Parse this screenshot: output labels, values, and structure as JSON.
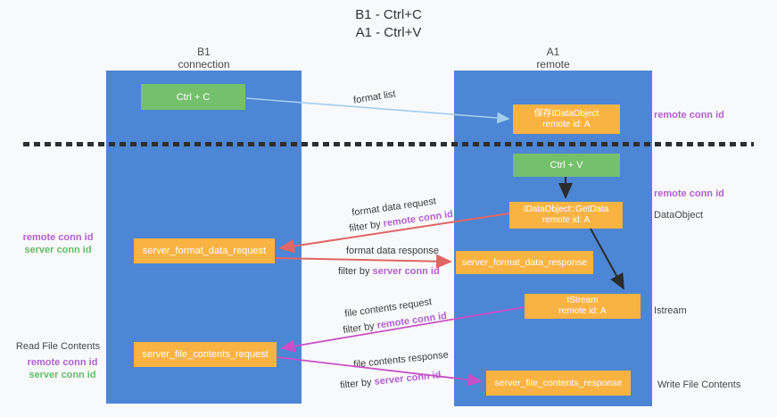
{
  "palette": {
    "bg": "#f8f9fa",
    "column": "#4d86d4",
    "green_box": "#74c06c",
    "orange_box": "#f9b342",
    "arrow_red": "#e06666",
    "arrow_magenta": "#c84fc8",
    "arrow_blue": "#a5cdee",
    "arrow_black": "#2b2b2b",
    "purple_text": "#b35fd1",
    "green_text": "#63bd66"
  },
  "title": {
    "line1": "B1 - Ctrl+C",
    "line2": "A1 - Ctrl+V"
  },
  "left_column": {
    "header_line1": "B1",
    "header_line2": "connection"
  },
  "right_column": {
    "header_line1": "A1",
    "header_line2": "remote"
  },
  "boxes": {
    "ctrl_c": "Ctrl + C",
    "ctrl_v": "Ctrl + V",
    "save_dataobject_line1": "保存IDataObject",
    "save_dataobject_line2": "remote id: A",
    "getdata_line1": "IDataObject::GetData",
    "getdata_line2": "remote id: A",
    "istream_line1": "IStream",
    "istream_line2": "remote id: A",
    "format_request": "server_format_data_request",
    "format_response": "server_format_data_response",
    "file_request": "server_file_contents_request",
    "file_response": "server_file_contents_response"
  },
  "flow_labels": {
    "format_list": "format list",
    "format_data_request": "format data request",
    "format_data_response": "format data response",
    "file_contents_request": "file contents request",
    "file_contents_response": "file contents response",
    "filter_by": "filter by ",
    "remote_conn_id": "remote conn id",
    "server_conn_id": "server conn id"
  },
  "side_labels": {
    "remote_conn_id": "remote conn id",
    "server_conn_id": "server conn id",
    "dataobject": "DataObject",
    "istream": "Istream",
    "read_file_contents": "Read File Contents",
    "write_file_contents": "Write File Contents"
  }
}
